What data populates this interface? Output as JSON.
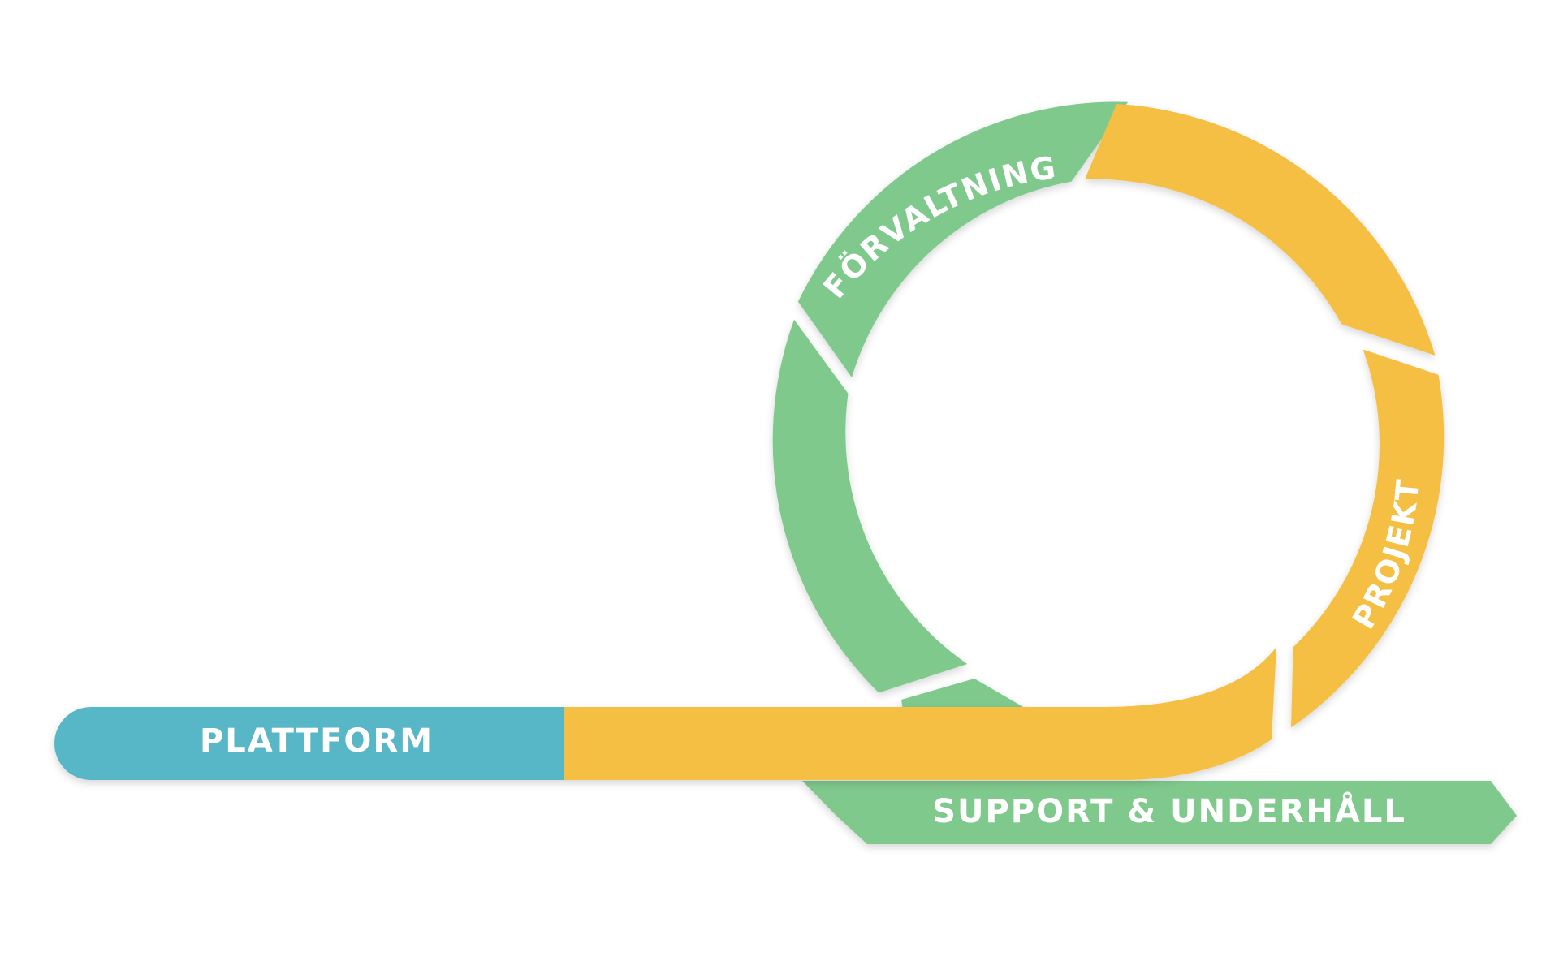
{
  "labels": {
    "plattform": "PLATTFORM",
    "forvaltning": "FÖRVALTNING",
    "projekt": "PROJEKT",
    "support": "SUPPORT & UNDERHÅLL"
  },
  "colors": {
    "green": "#7fc98d",
    "yellow": "#f4bf42",
    "teal": "#58b7c6",
    "text": "#ffffff",
    "background": "#ffffff"
  }
}
